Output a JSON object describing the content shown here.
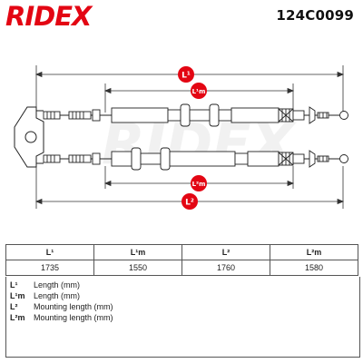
{
  "brand": {
    "name": "RIDEX",
    "color": "#e30613",
    "watermark": "RIDEX"
  },
  "part_number": "124C0099",
  "diagram": {
    "dimension_labels": [
      "L¹",
      "L¹m",
      "L²m",
      "L²"
    ]
  },
  "table": {
    "headers": [
      "L¹",
      "L¹m",
      "L²",
      "L²m"
    ],
    "values": [
      "1735",
      "1550",
      "1760",
      "1580"
    ]
  },
  "legend": [
    {
      "key": "L¹",
      "text": "Length (mm)"
    },
    {
      "key": "L¹m",
      "text": "Length (mm)"
    },
    {
      "key": "L²",
      "text": "Mounting length (mm)"
    },
    {
      "key": "L²m",
      "text": "Mounting length (mm)"
    }
  ]
}
